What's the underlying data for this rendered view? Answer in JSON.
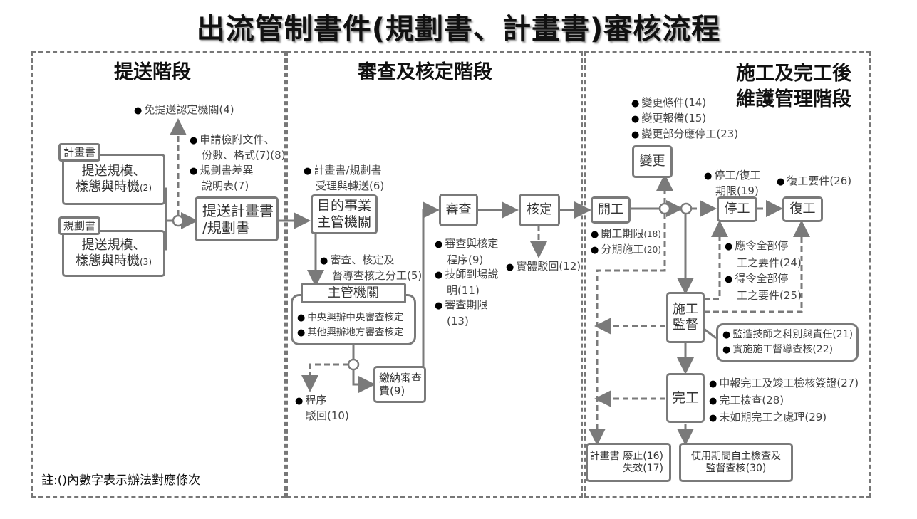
{
  "title": "出流管制書件(規劃書、計畫書)審核流程",
  "note": "註:()內數字表示辦法對應條次",
  "phases": {
    "submit": {
      "title": "提送階段",
      "exempt": "免提送認定機關(4)",
      "doc_req_1": "申請檢附文件、",
      "doc_req_2": "份數、格式(7)(8)",
      "diff_1": "規劃書差異",
      "diff_2": "說明表(7)",
      "tag_plan": "計畫書",
      "plan_box_1": "提送規模、",
      "plan_box_2": "樣態與時機",
      "plan_box_ref": "(2)",
      "tag_planning": "規劃書",
      "planning_box_1": "提送規模、",
      "planning_box_2": "樣態與時機",
      "planning_box_ref": "(3)",
      "submit_box_1": "提送計畫書",
      "submit_box_2": "/規劃書"
    },
    "review": {
      "title": "審查及核定階段",
      "accept_1": "計畫書/規劃書",
      "accept_2": "受理與轉送(6)",
      "target_agency_1": "目的事業",
      "target_agency_2": "主管機關",
      "division_1": "審查、核定及",
      "division_2": "督導查核之分工(5)",
      "authority": "主管機關",
      "authority_items": [
        "中央興辦中央審查核定",
        "其他興辦地方審查核定"
      ],
      "fee_1": "繳納審查",
      "fee_2": "費(9)",
      "reject_proc_1": "程序",
      "reject_proc_2": "駁回(10)",
      "review_box": "審查",
      "approve_box": "核定",
      "review_notes": [
        "審查與核定",
        "程序(9)",
        "技師到場說",
        "明(11)",
        "審查期限",
        "(13)"
      ],
      "reject_subst": "實體駁回(12)"
    },
    "construction": {
      "title_1": "施工及完工後",
      "title_2": "維護管理階段",
      "change_notes": [
        "變更條件(14)",
        "變更報備(15)",
        "變更部分應停工(23)"
      ],
      "change_box": "變更",
      "start_box": "開工",
      "start_notes": [
        "開工期限",
        "分期施工"
      ],
      "start_refs": [
        "(18)",
        "(20)"
      ],
      "stop_deadline_1": "停工/復工",
      "stop_deadline_2": "期限(19)",
      "resume_req": "復工要件(26)",
      "stop_box": "停工",
      "resume_box": "復工",
      "stop_notes": [
        "應令全部停",
        "工之要件(24)",
        "得令全部停",
        "工之要件(25)"
      ],
      "supervise_box_1": "施工",
      "supervise_box_2": "監督",
      "supervise_notes": [
        "監造技師之科別與責任(21)",
        "實施施工督導查核(22)"
      ],
      "complete_box": "完工",
      "complete_notes": [
        "申報完工及竣工檢核簽證(27)",
        "完工檢查(28)",
        "未如期完工之處理(29)"
      ],
      "abolish_1": "計畫書 廢止(16)",
      "abolish_2": "失效(17)",
      "maintain_1": "使用期間自主檢查及",
      "maintain_2": "監督查核(30)"
    }
  },
  "colors": {
    "line": "#7a7a7a",
    "text": "#333333",
    "title": "#111111"
  }
}
